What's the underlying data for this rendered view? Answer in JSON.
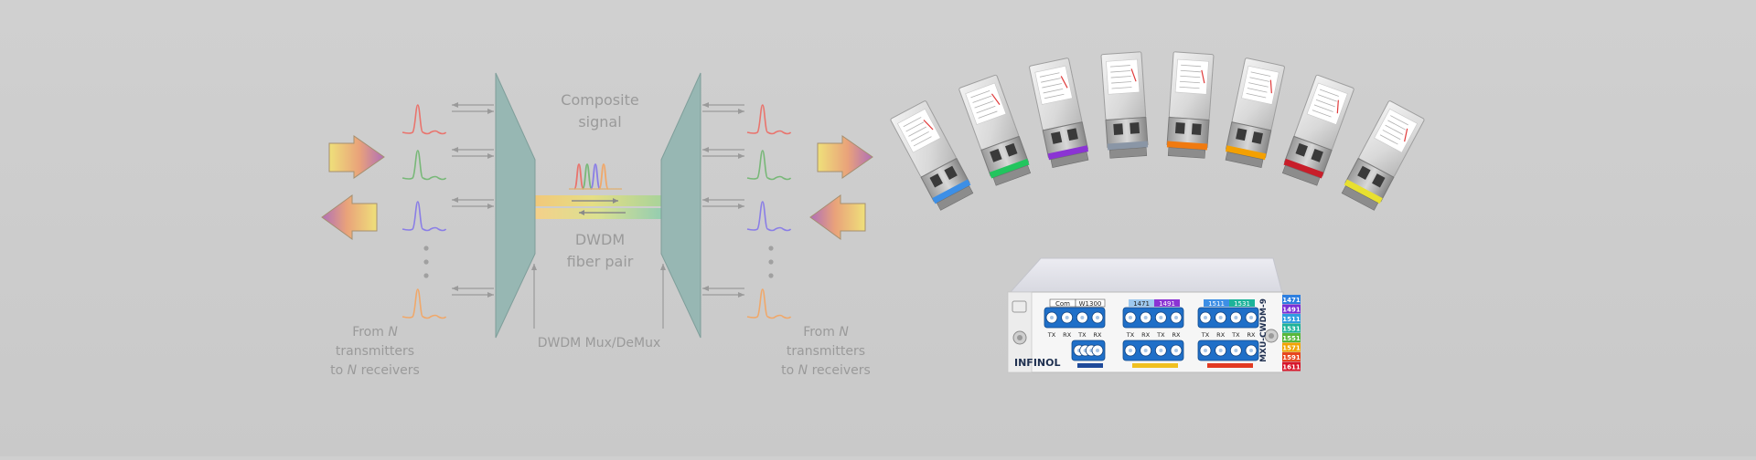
{
  "diagram": {
    "composite_line1": "Composite",
    "composite_line2": "signal",
    "dwdm_line1": "DWDM",
    "dwdm_line2": "fiber pair",
    "mux_label": "DWDM Mux/DeMux",
    "left_note": {
      "l1a": "From ",
      "l1b": "N",
      "l2": "transmitters",
      "l3a": "to ",
      "l3b": "N",
      "l3c": " receivers"
    },
    "right_note": {
      "l1a": "From ",
      "l1b": "N",
      "l2": "transmitters",
      "l3a": "to ",
      "l3b": "N",
      "l3c": " receivers"
    },
    "channel_colors": [
      "#e9746d",
      "#78b878",
      "#8a7ee6",
      "#f0a86a"
    ]
  },
  "product": {
    "transceiver_label_colors": [
      "#3d8fe6",
      "#22c55e",
      "#8b34d4",
      "#8a96a6",
      "#f07a10",
      "#f4a000",
      "#c81e2a",
      "#e8e030"
    ],
    "module": {
      "brand": "INFINOL",
      "model": "MXU-CWDM-9",
      "port_labels": [
        "Com",
        "W1300",
        "1471",
        "1491",
        "1511",
        "1531"
      ],
      "port_sub_labels": [
        "TX",
        "RX",
        "TX",
        "RX"
      ],
      "wavelength_tags": [
        "1471",
        "1491",
        "1511",
        "1531",
        "1551",
        "1571",
        "1591",
        "1611"
      ],
      "wavelength_colors": [
        "#2d7fe0",
        "#7b2fd6",
        "#2f9ee0",
        "#1cb39a",
        "#58b83a",
        "#f2a400",
        "#e8461e",
        "#d8162a"
      ]
    }
  }
}
